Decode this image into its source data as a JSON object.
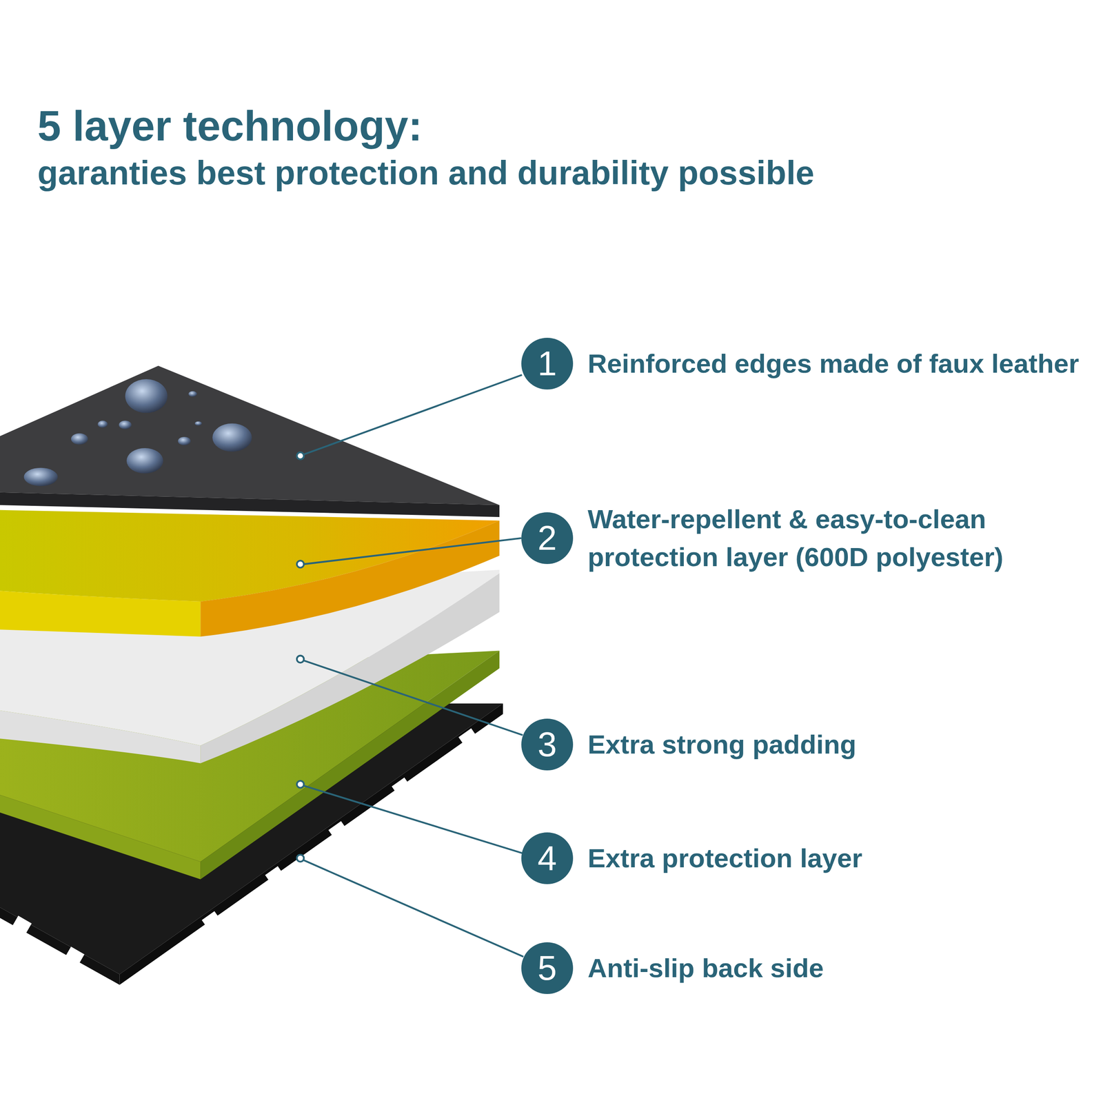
{
  "diagram": {
    "title": "5 layer technology:",
    "nodes": [
      {
        "text": [
          "1",
          "Reinforced edges made of faux leather"
        ]
      },
      {
        "text": [
          "2",
          "Water-repellent & easy-to-clean protection layer (600D polyester)"
        ]
      },
      {
        "text": [
          "3",
          "Extra strong padding"
        ]
      },
      {
        "text": [
          "4",
          "Extra protection layer"
        ]
      },
      {
        "text": [
          "5",
          "Anti-slip back side"
        ]
      }
    ],
    "labels": [
      "garanties best protection and durability possible"
    ]
  }
}
